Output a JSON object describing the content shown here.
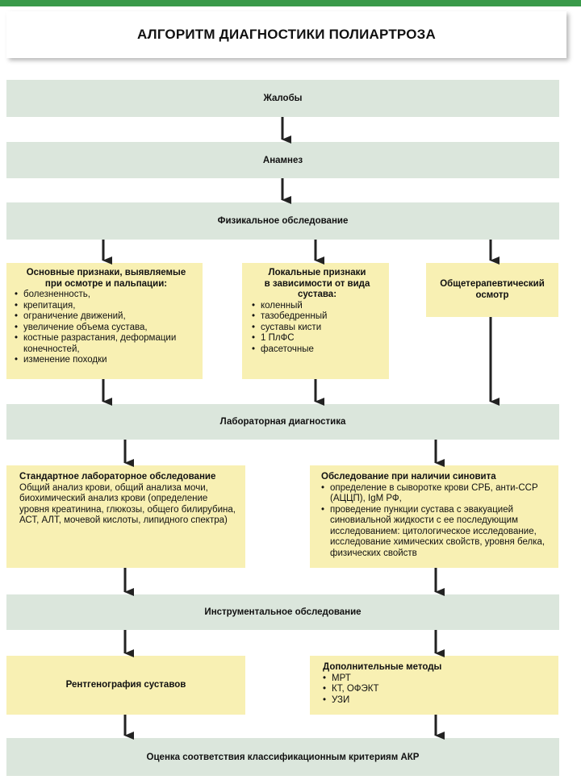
{
  "title": "АЛГОРИТМ ДИАГНОСТИКИ ПОЛИАРТРОЗА",
  "steps": {
    "complaints": "Жалобы",
    "anamnesis": "Анамнез",
    "physical_exam": "Физикальное обследование",
    "lab_diagnostics": "Лабораторная диагностика",
    "instrumental": "Инструментальное обследование",
    "evaluation": "Оценка соответствия классификационным критериям АКР"
  },
  "main_signs": {
    "title_line1": "Основные признаки, выявляемые",
    "title_line2": "при осмотре и пальпации:",
    "items": [
      "болезненность,",
      "крепитация,",
      "ограничение движений,",
      "увеличение объема сустава,",
      "костные разрастания, деформации конечностей,",
      "изменение походки"
    ]
  },
  "local_signs": {
    "title_line1": "Локальные признаки",
    "title_line2": "в зависимости от вида",
    "title_line3": "сустава:",
    "items": [
      "коленный",
      "тазобедренный",
      "суставы кисти",
      "1 ПлФС",
      "фасеточные"
    ]
  },
  "general_exam": {
    "line1": "Общетерапевтический",
    "line2": "осмотр"
  },
  "standard_lab": {
    "title": "Стандартное лабораторное обследование",
    "text": "Общий анализ крови, общий анализа мочи, биохимический анализ крови (определение уровня креатинина, глюкозы, общего билирубина, АСТ, АЛТ, мочевой кислоты, липидного спектра)"
  },
  "synovitis_exam": {
    "title": "Обследование при наличии синовита",
    "items": [
      "определение в сыворотке крови  СРБ, анти-ССР (АЦЦП), IgM РФ,",
      "проведение пункции сустава с эвакуацией синовиальной жидкости с ее последующим исследованием: цитологическое исследование, исследование химических свойств, уровня белка, физических свойств"
    ]
  },
  "xray": "Рентгенография суставов",
  "additional_methods": {
    "title": "Дополнительные методы",
    "items": [
      "МРТ",
      "КТ, ОФЭКТ",
      "УЗИ"
    ]
  },
  "colors": {
    "band": "#dbe6dc",
    "box": "#f8f0b3",
    "accent": "#3a9a4a",
    "arrow": "#222222"
  }
}
